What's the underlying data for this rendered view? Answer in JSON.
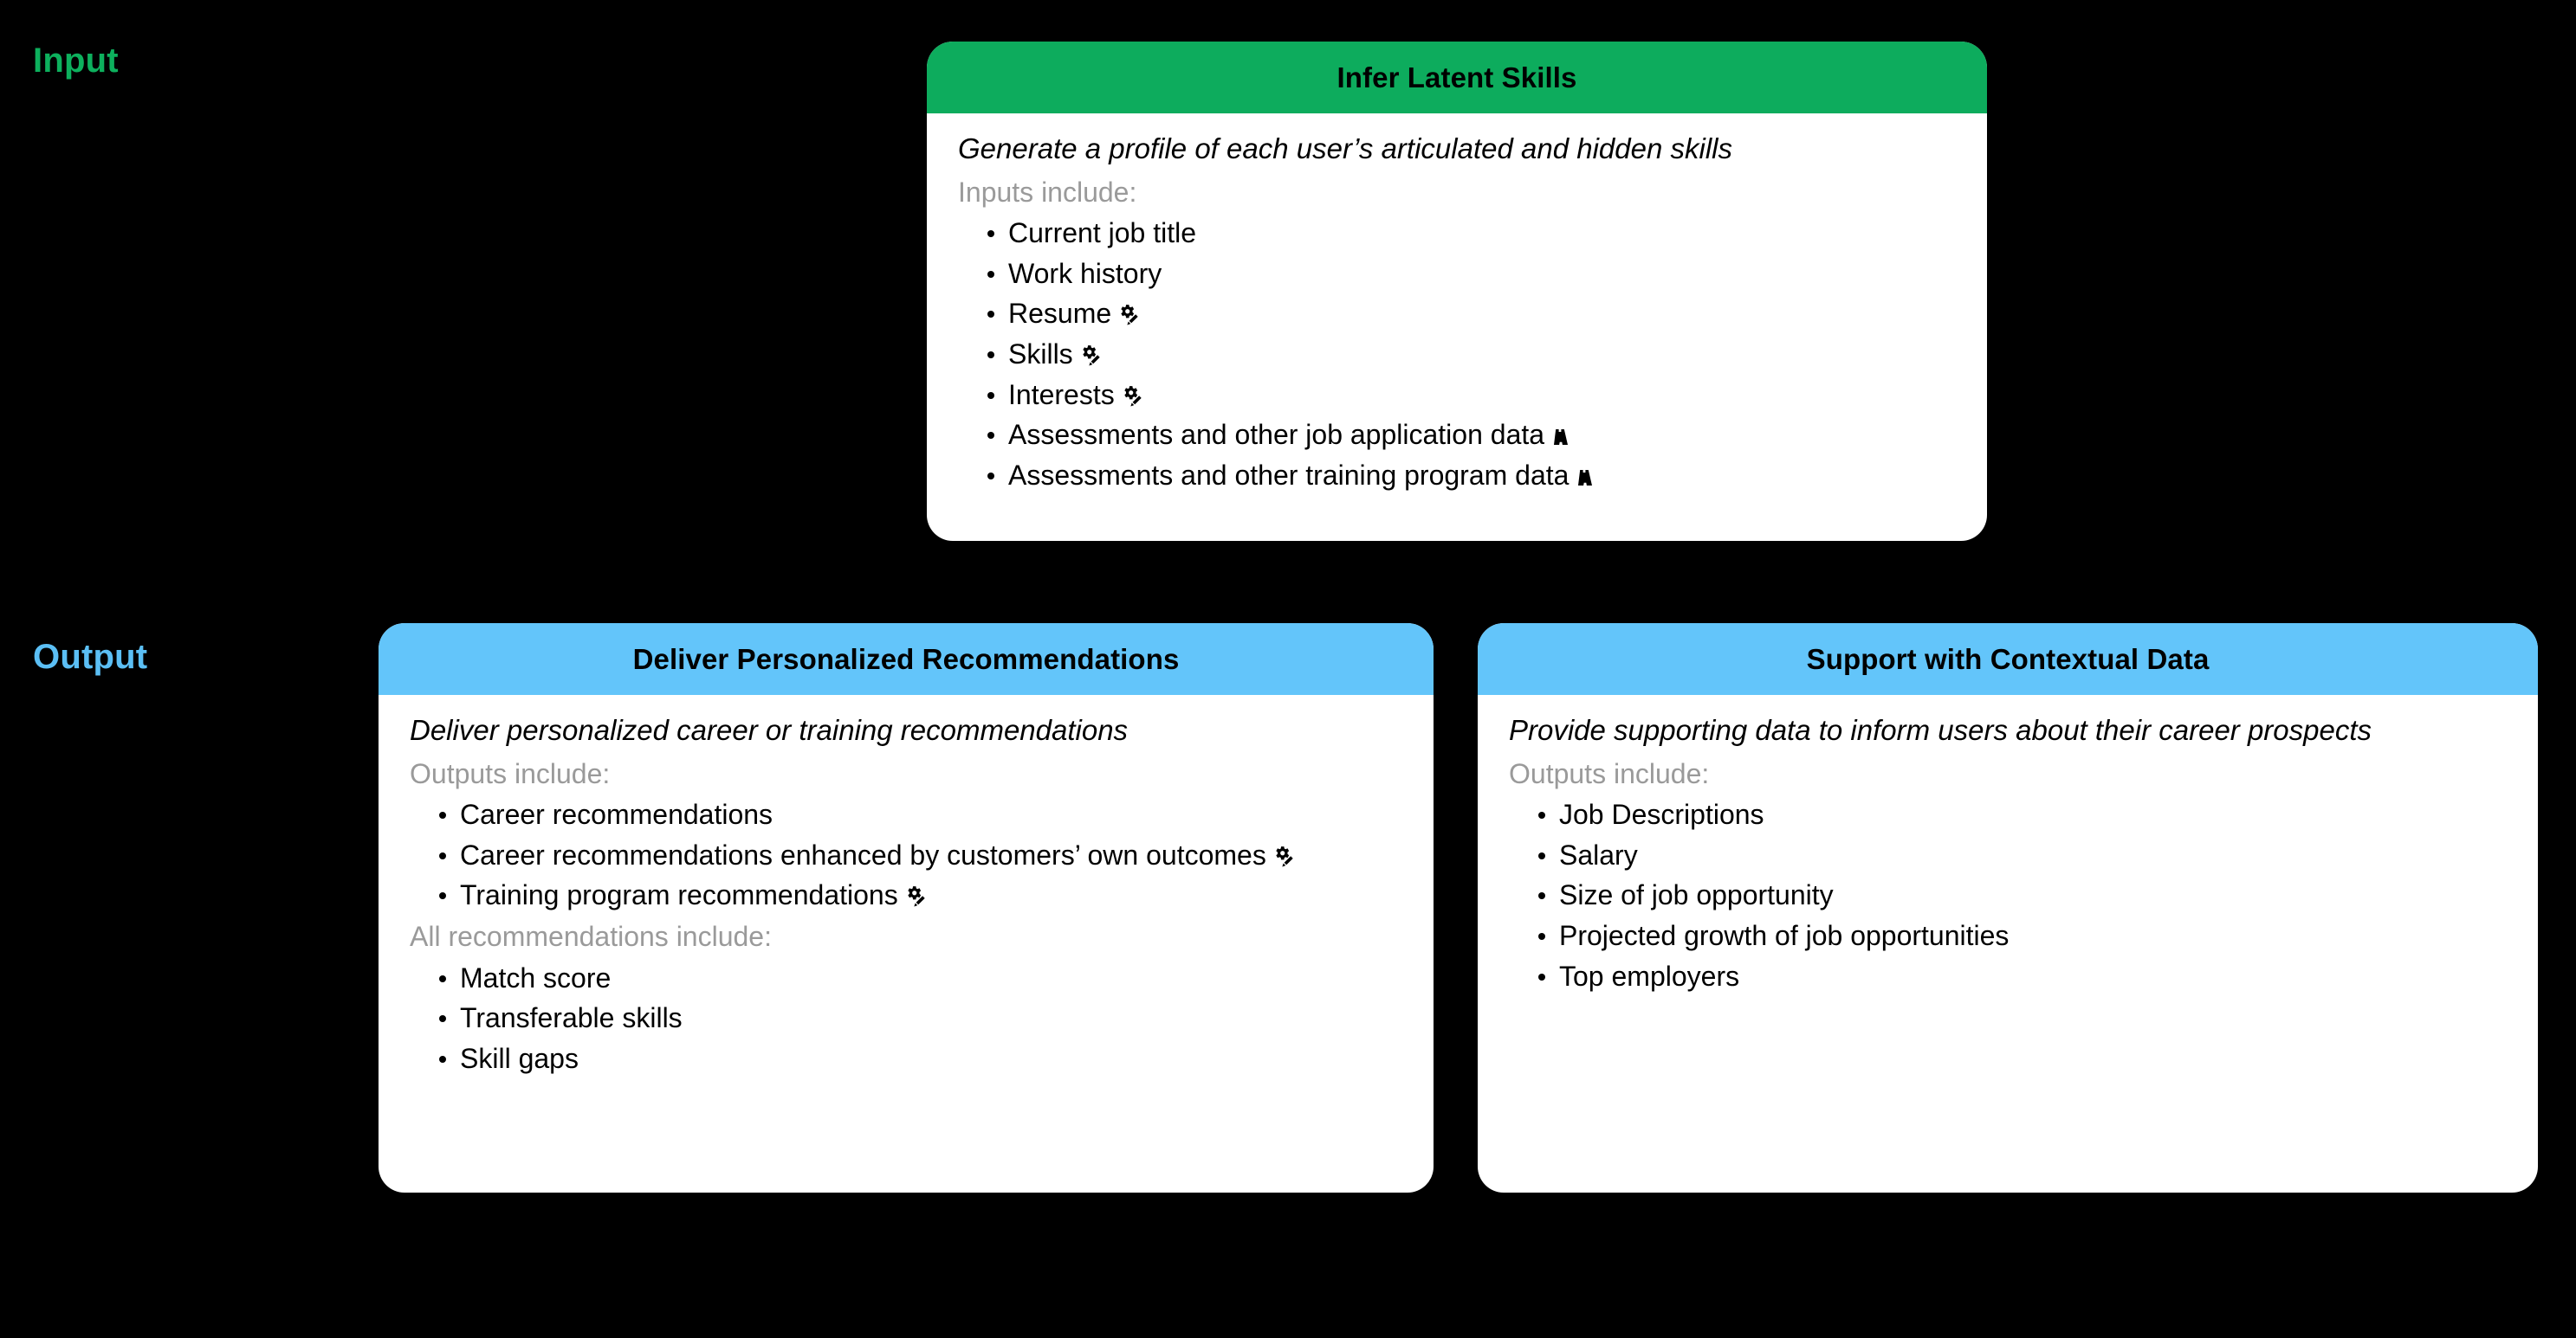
{
  "theme": {
    "background": "#000000",
    "input_accent": "#0DB05D",
    "output_accent": "#5BBFF5",
    "card_surface": "#FFFFFF",
    "green_header": "#0DAC5D",
    "blue_header": "#63C5FA",
    "muted_text": "#9A9A9A"
  },
  "rows": {
    "input_label": "Input",
    "output_label": "Output"
  },
  "cards": [
    {
      "id": "infer-latent-skills",
      "title": "Infer Latent Skills",
      "summary": "Generate a profile of each user’s articulated and hidden skills",
      "sections": [
        {
          "subhead": "Inputs include:",
          "items": [
            {
              "text": "Current job title",
              "icon": null
            },
            {
              "text": "Work history",
              "icon": null
            },
            {
              "text": "Resume",
              "icon": "gear-pencil-icon"
            },
            {
              "text": "Skills",
              "icon": "gear-pencil-icon"
            },
            {
              "text": "Interests",
              "icon": "gear-pencil-icon"
            },
            {
              "text": "Assessments and other job application data",
              "icon": "road-icon"
            },
            {
              "text": "Assessments and other training program data",
              "icon": "road-icon"
            }
          ]
        }
      ]
    },
    {
      "id": "deliver-recommendations",
      "title": "Deliver Personalized Recommendations",
      "summary": "Deliver personalized career or training recommendations",
      "sections": [
        {
          "subhead": "Outputs include:",
          "items": [
            {
              "text": "Career recommendations",
              "icon": null
            },
            {
              "text": "Career recommendations enhanced by customers’ own outcomes",
              "icon": "gear-pencil-icon"
            },
            {
              "text": "Training program recommendations",
              "icon": "gear-pencil-icon"
            }
          ]
        },
        {
          "subhead": "All recommendations include:",
          "items": [
            {
              "text": "Match score",
              "icon": null
            },
            {
              "text": "Transferable skills",
              "icon": null
            },
            {
              "text": "Skill gaps",
              "icon": null
            }
          ]
        }
      ]
    },
    {
      "id": "support-contextual-data",
      "title": "Support with Contextual Data",
      "summary": "Provide supporting data to inform users about their career prospects",
      "sections": [
        {
          "subhead": "Outputs include:",
          "items": [
            {
              "text": "Job Descriptions",
              "icon": null
            },
            {
              "text": "Salary",
              "icon": null
            },
            {
              "text": "Size of job opportunity",
              "icon": null
            },
            {
              "text": "Projected growth of job opportunities",
              "icon": null
            },
            {
              "text": "Top employers",
              "icon": null
            }
          ]
        }
      ]
    }
  ]
}
